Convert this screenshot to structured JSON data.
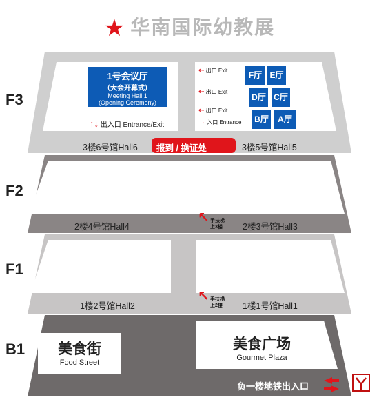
{
  "title": "华南国际幼教展",
  "colors": {
    "accent_red": "#e0151b",
    "blue": "#0d5bb5",
    "f3": "#cfcfcf",
    "f2": "#8a8585",
    "f1": "#c7c5c5",
    "b1": "#6e6a6a"
  },
  "floors": {
    "f3": {
      "label": "F3",
      "hall6": "3楼6号馆Hall6",
      "hall5": "3楼5号馆Hall5",
      "meeting_name": "1号会议厅",
      "meeting_sub": "（大会开幕式）",
      "meeting_en1": "Meeting Hall 1",
      "meeting_en2": "(Opening Ceremony)",
      "entrance_exit": "出入口 Entrance/Exit",
      "reg": "报到 / 换证处",
      "exit_label": "出口 Exit",
      "entrance_label": "入口 Entrance",
      "rooms": [
        "F厅",
        "E厅",
        "D厅",
        "C厅",
        "B厅",
        "A厅"
      ]
    },
    "f2": {
      "label": "F2",
      "hall4": "2楼4号馆Hall4",
      "hall3": "2楼3号馆Hall3",
      "esc": "手扶梯上3楼"
    },
    "f1": {
      "label": "F1",
      "hall2": "1楼2号馆Hall2",
      "hall1": "1楼1号馆Hall1",
      "esc": "手扶梯上2楼"
    },
    "b1": {
      "label": "B1",
      "food_cn": "美食街",
      "food_en": "Food Street",
      "gourmet_cn": "美食广场",
      "gourmet_en": "Gourmet Plaza",
      "metro": "负一楼地铁出入口"
    }
  }
}
